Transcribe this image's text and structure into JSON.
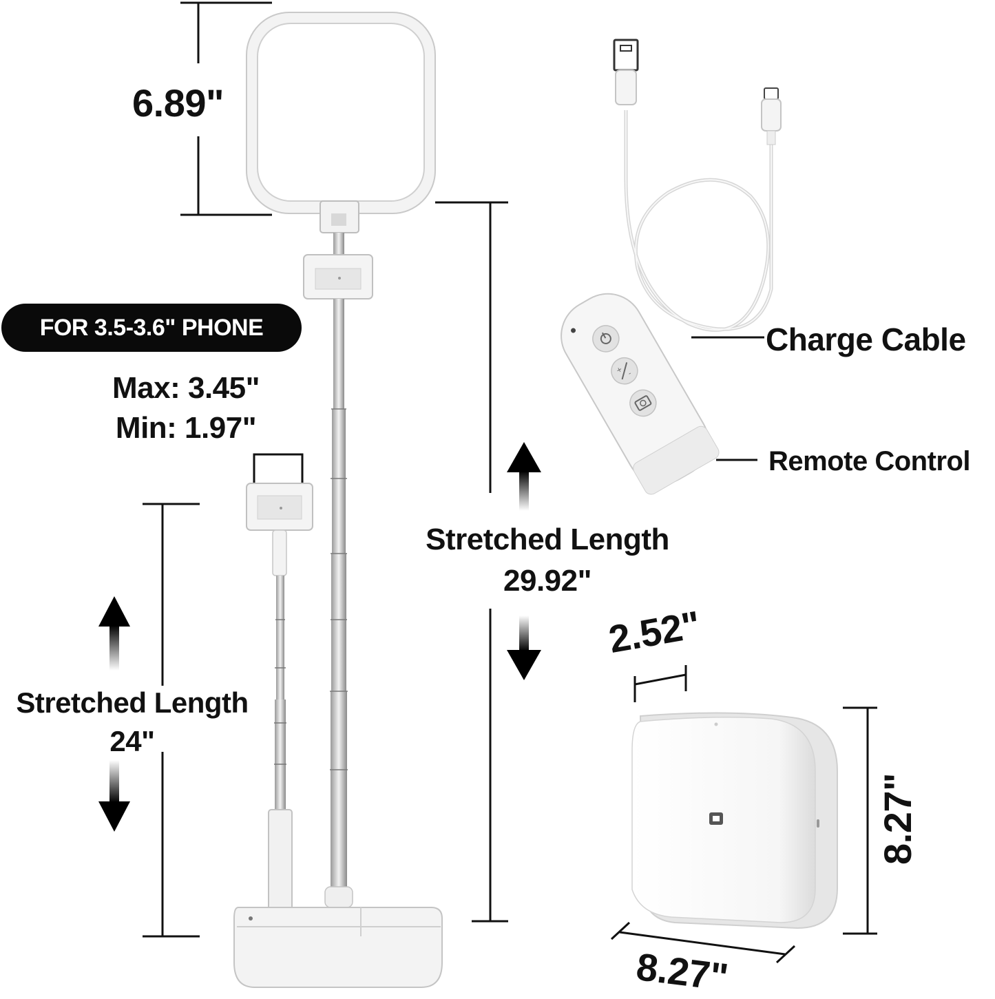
{
  "ring_height_label": "6.89\"",
  "phone_badge": "FOR 3.5-3.6\" PHONE",
  "phone_max": "Max: 3.45\"",
  "phone_min": "Min: 1.97\"",
  "tall_stretch": {
    "label": "Stretched Length",
    "value": "29.92\""
  },
  "short_stretch": {
    "label": "Stretched Length",
    "value": "24\""
  },
  "charge_cable_label": "Charge Cable",
  "remote_control_label": "Remote Control",
  "box_depth_label": "2.52\"",
  "box_height_label": "8.27\"",
  "box_width_label": "8.27\"",
  "colors": {
    "ink": "#111111",
    "product": "#f4f4f4",
    "outline": "#c8c8c8"
  }
}
